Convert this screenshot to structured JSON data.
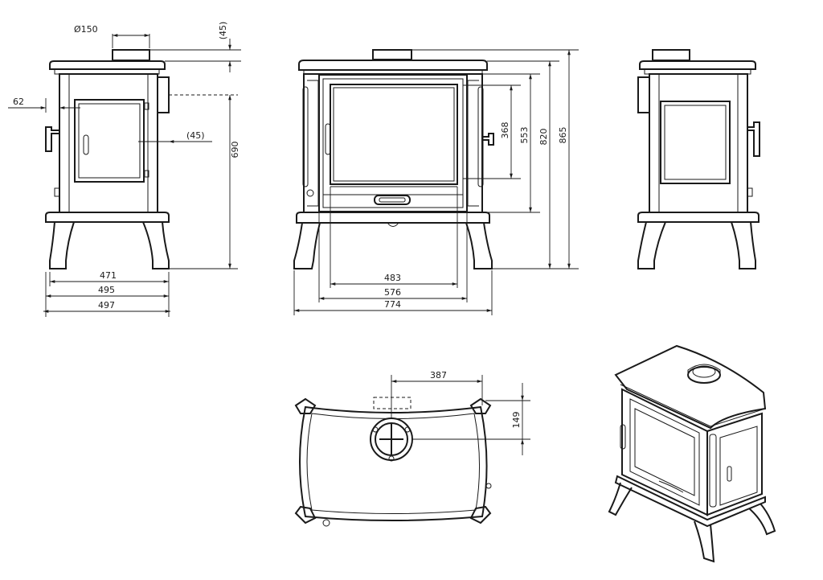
{
  "views": {
    "side_left": "side-view-left",
    "front": "front-view",
    "side_right": "side-view-right",
    "top": "top-view",
    "iso": "isometric-view"
  },
  "dims": {
    "flue_diameter": "Ø150",
    "flue_offset_top": "(45)",
    "side_rear_offset": "62",
    "flue_offset_side": "(45)",
    "flue_height_side": "690",
    "depth_feet": "471",
    "depth_body": "495",
    "depth_total": "497",
    "glass_width": "483",
    "door_width": "576",
    "width_total": "774",
    "glass_height": "368",
    "door_height": "553",
    "body_height": "820",
    "height_total": "865",
    "top_flue_x": "387",
    "top_flue_y": "149"
  }
}
